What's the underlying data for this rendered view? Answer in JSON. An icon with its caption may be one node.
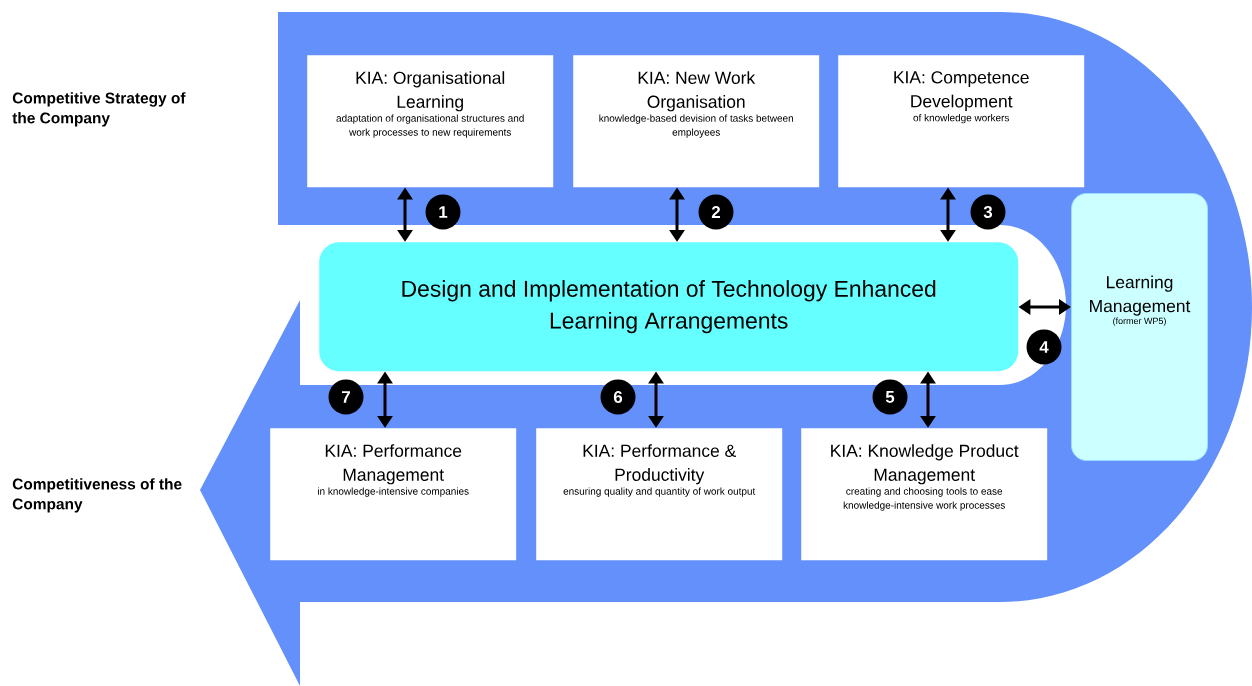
{
  "diagram": {
    "nodes": [
      {
        "text": [
          "KIA: Organisational Learning",
          "adaptation of organisational structures and work processes to new requirements"
        ]
      },
      {
        "text": [
          "KIA: New Work Organisation",
          "knowledge-based devision of tasks between employees"
        ]
      },
      {
        "text": [
          "KIA: Competence Development",
          "of knowledge workers"
        ]
      },
      {
        "text": [
          "Design and Implementation of Technology Enhanced Learning Arrangements"
        ]
      },
      {
        "text": [
          "Learning Management",
          "(former WP5)"
        ]
      },
      {
        "text": [
          "KIA: Performance Management",
          "in knowledge-intensive companies"
        ]
      },
      {
        "text": [
          "KIA: Performance & Productivity",
          "ensuring quality and quantity of work output"
        ]
      },
      {
        "text": [
          "KIA: Knowledge Product Management",
          "creating and choosing tools to ease knowledge-intensive work processes"
        ]
      }
    ],
    "edges": [
      {
        "from": 0,
        "to": 3,
        "arrow": "both",
        "label": "1"
      },
      {
        "from": 1,
        "to": 3,
        "arrow": "both",
        "label": "2"
      },
      {
        "from": 2,
        "to": 3,
        "arrow": "both",
        "label": "3"
      },
      {
        "from": 3,
        "to": 4,
        "arrow": "both",
        "label": "4"
      },
      {
        "from": 3,
        "to": 7,
        "arrow": "both",
        "label": "5"
      },
      {
        "from": 3,
        "to": 6,
        "arrow": "both",
        "label": "6"
      },
      {
        "from": 3,
        "to": 5,
        "arrow": "both",
        "label": "7"
      }
    ],
    "labels": [
      "Competitive Strategy of the Company",
      "Competitiveness of the Company"
    ]
  }
}
